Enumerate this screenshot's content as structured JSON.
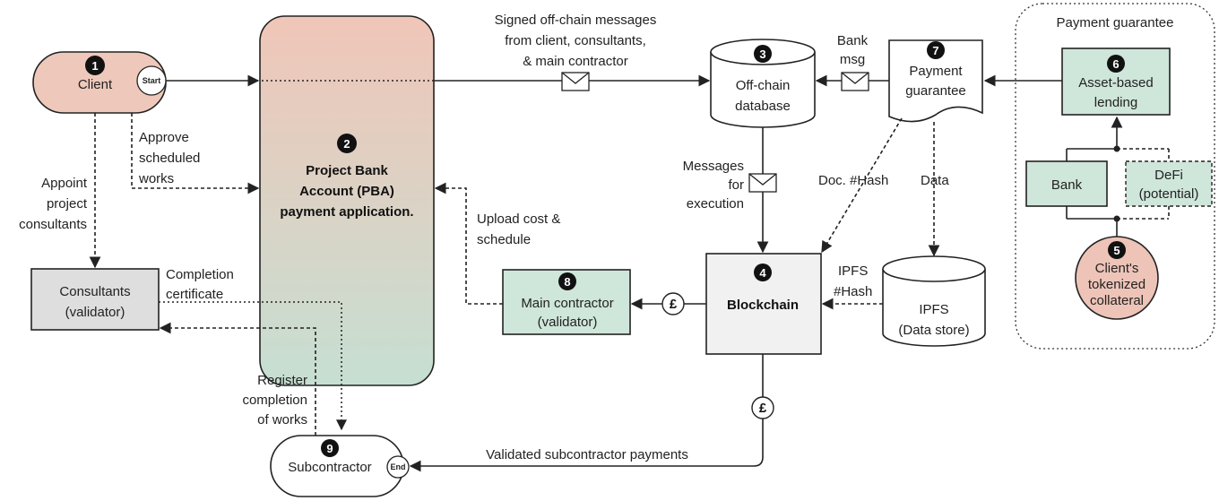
{
  "nodes": {
    "client": {
      "num": "1",
      "label": "Client"
    },
    "start": "Start",
    "pba": {
      "num": "2",
      "lines": [
        "Project Bank",
        "Account (PBA)",
        "payment application."
      ]
    },
    "offchain_db": {
      "num": "3",
      "lines": [
        "Off-chain",
        "database"
      ]
    },
    "blockchain": {
      "num": "4",
      "label": "Blockchain"
    },
    "collateral": {
      "num": "5",
      "lines": [
        "Client's",
        "tokenized",
        "collateral"
      ]
    },
    "asset_lending": {
      "num": "6",
      "lines": [
        "Asset-based",
        "lending"
      ]
    },
    "payment_guarantee": {
      "num": "7",
      "lines": [
        "Payment",
        "guarantee"
      ]
    },
    "main_contractor": {
      "num": "8",
      "lines": [
        "Main contractor",
        "(validator)"
      ]
    },
    "subcontractor": {
      "num": "9",
      "label": "Subcontractor"
    },
    "end": "End",
    "consultants": {
      "lines": [
        "Consultants",
        "(validator)"
      ]
    },
    "bank": "Bank",
    "defi": {
      "lines": [
        "DeFi",
        "(potential)"
      ]
    },
    "ipfs": {
      "lines": [
        "IPFS",
        "(Data store)"
      ]
    },
    "guarantee_group_title": "Payment guarantee"
  },
  "edges": {
    "signed_msgs": [
      "Signed off-chain messages",
      "from client, consultants,",
      "& main contractor"
    ],
    "bank_msg": [
      "Bank",
      "msg"
    ],
    "approve": [
      "Approve",
      "scheduled",
      "works"
    ],
    "appoint": [
      "Appoint",
      "project",
      "consultants"
    ],
    "messages_exec": [
      "Messages",
      "for",
      "execution"
    ],
    "doc_hash": "Doc. #Hash",
    "data": "Data",
    "upload": [
      "Upload cost &",
      "schedule"
    ],
    "completion": [
      "Completion",
      "certificate"
    ],
    "ipfs_hash": [
      "IPFS",
      "#Hash"
    ],
    "register": [
      "Register",
      "completion",
      "of works"
    ],
    "validated": "Validated subcontractor payments",
    "pound": "£"
  },
  "colors": {
    "client_fill": "#eec9bb",
    "pba_top": "#f0c6b8",
    "pba_bottom": "#c6dfd2",
    "green_fill": "#cfe6da",
    "gray_fill": "#dedede",
    "collateral_fill": "#eec4b8"
  }
}
